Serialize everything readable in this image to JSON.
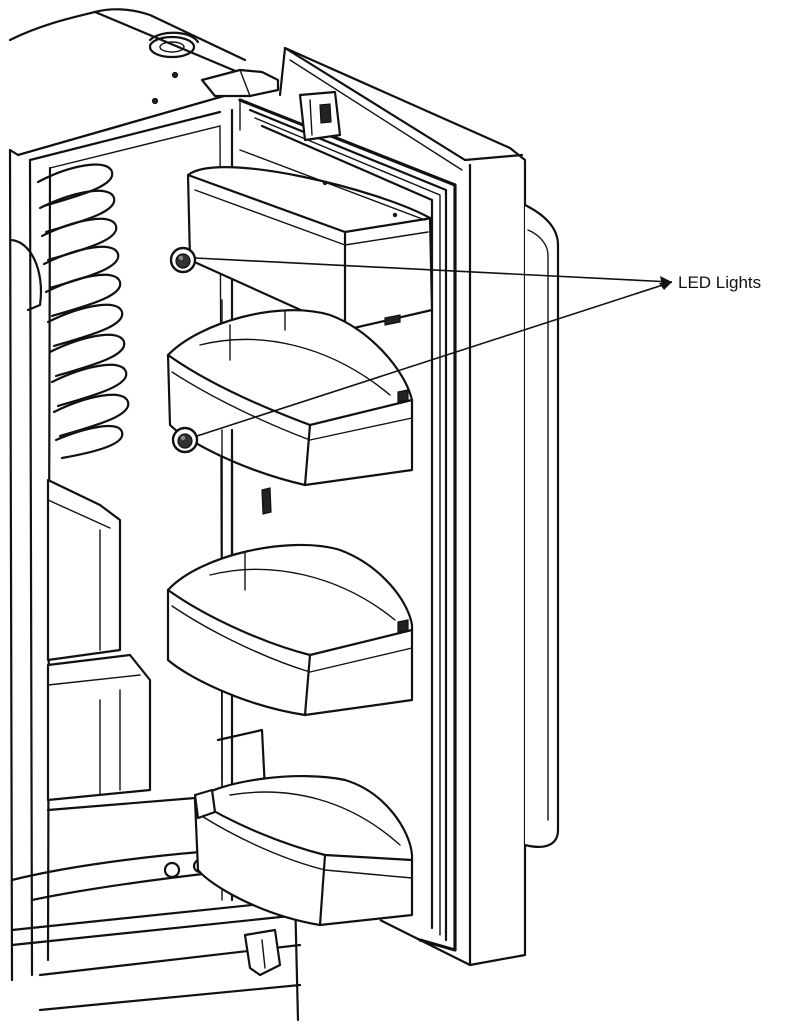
{
  "diagram": {
    "callout": {
      "label": "LED Lights",
      "targets": [
        "led-light-upper",
        "led-light-lower"
      ]
    }
  }
}
